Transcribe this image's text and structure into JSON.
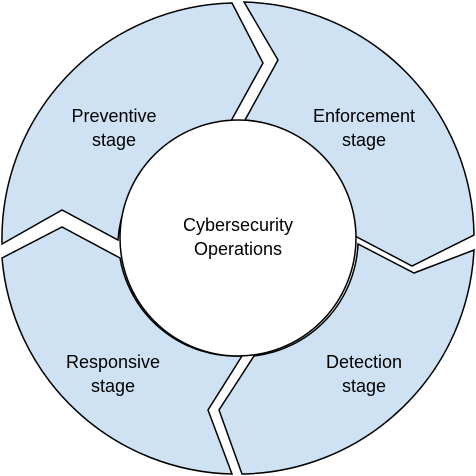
{
  "diagram": {
    "center": {
      "line1": "Cybersecurity",
      "line2": "Operations"
    },
    "stages": [
      {
        "line1": "Preventive",
        "line2": "stage"
      },
      {
        "line1": "Enforcement",
        "line2": "stage"
      },
      {
        "line1": "Detection",
        "line2": "stage"
      },
      {
        "line1": "Responsive",
        "line2": "stage"
      }
    ],
    "colors": {
      "segment_fill": "#cfe2f3",
      "stroke": "#000000",
      "center_fill": "#ffffff",
      "text": "#000000"
    }
  }
}
